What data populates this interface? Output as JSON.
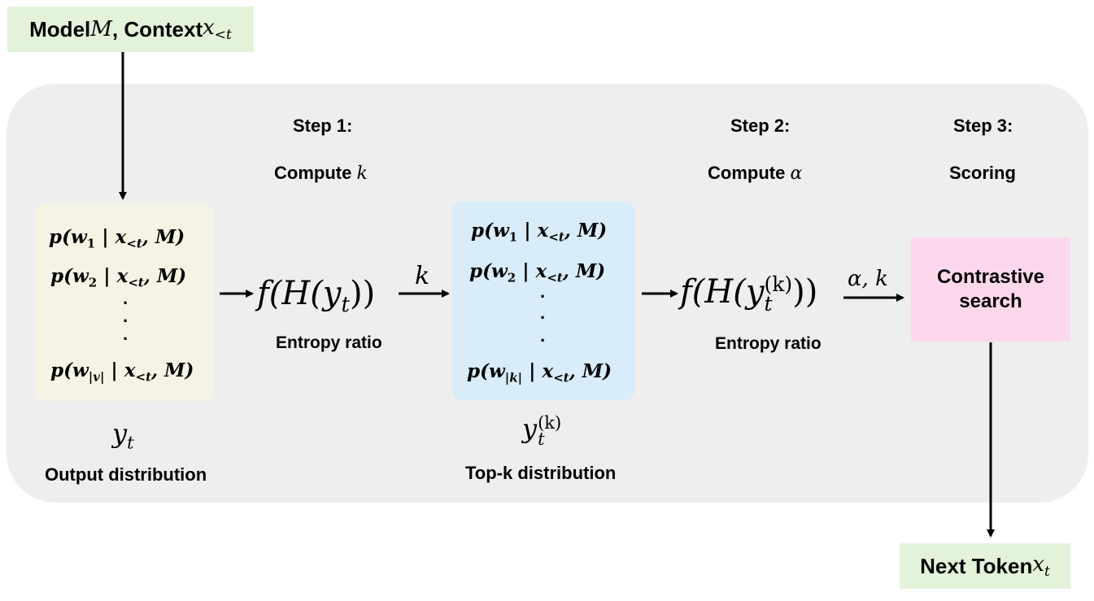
{
  "top_input": {
    "label": "Model ",
    "model_symbol": "M",
    "label_mid": ", Context ",
    "context_symbol": "x",
    "context_sub": "<t"
  },
  "step1": {
    "title": "Step 1:",
    "subtitle": "Compute ",
    "symbol": "k"
  },
  "step2": {
    "title": "Step 2:",
    "subtitle": "Compute ",
    "symbol": "α"
  },
  "step3": {
    "title": "Step 3:",
    "subtitle": "Scoring"
  },
  "output_dist": {
    "rows": [
      {
        "p": "p(",
        "w": "w",
        "sub": "1",
        "given": " | ",
        "x": "x",
        "xsub": "<t",
        "rest": ", M)"
      },
      {
        "p": "p(",
        "w": "w",
        "sub": "2",
        "given": " | ",
        "x": "x",
        "xsub": "<t",
        "rest": ", M)"
      },
      {
        "p": "p(",
        "w": "w",
        "sub": "|v|",
        "given": " | ",
        "x": "x",
        "xsub": "<t",
        "rest": ", M)"
      }
    ],
    "symbol": "y",
    "symbol_sub": "t",
    "caption": "Output distribution"
  },
  "formula1": {
    "f": "f(H(",
    "y": "y",
    "sub": "t",
    "close": "))",
    "caption": "Entropy ratio"
  },
  "arrow1_label": "k",
  "topk_dist": {
    "rows": [
      {
        "p": "p(",
        "w": "w",
        "sub": "1",
        "given": " | ",
        "x": "x",
        "xsub": "<t",
        "rest": ", M)"
      },
      {
        "p": "p(",
        "w": "w",
        "sub": "2",
        "given": " | ",
        "x": "x",
        "xsub": "<t",
        "rest": ", M)"
      },
      {
        "p": "p(",
        "w": "w",
        "sub": "|k|",
        "given": " | ",
        "x": "x",
        "xsub": "<t",
        "rest": ", M)"
      }
    ],
    "symbol": "y",
    "symbol_sub": "t",
    "symbol_sup": "(k)",
    "caption": "Top-k distribution"
  },
  "formula2": {
    "f": "f(H(",
    "y": "y",
    "sub": "t",
    "sup": "(k)",
    "close": "))",
    "caption": "Entropy ratio"
  },
  "arrow2_label": "α, k",
  "contrastive": {
    "line1": "Contrastive",
    "line2": "search"
  },
  "output_token": {
    "label": "Next Token ",
    "symbol": "x",
    "sub": "t"
  },
  "colors": {
    "panel": "#eeeeee",
    "input_box": "#e2f3da",
    "output_dist": "#f5f3e3",
    "topk_dist": "#d8ecf9",
    "contrastive": "#fdd8ec"
  }
}
